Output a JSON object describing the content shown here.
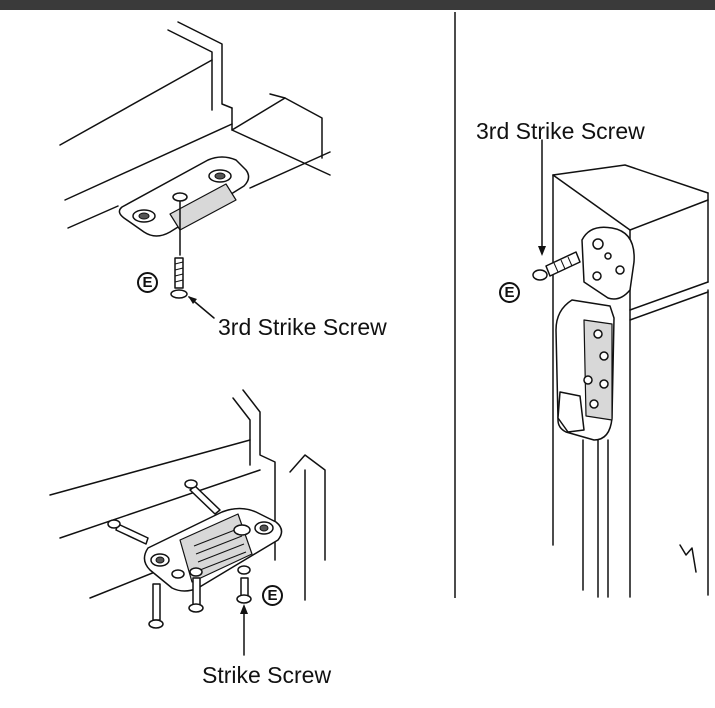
{
  "labels": {
    "top_left": "3rd Strike Screw",
    "right": "3rd Strike Screw",
    "bottom_left": "Strike Screw"
  },
  "badges": {
    "top_left": "E",
    "right": "E",
    "bottom_left": "E"
  },
  "colors": {
    "line": "#111111",
    "header_bar": "#3a3a3a",
    "shade": "#d8d8d8"
  }
}
